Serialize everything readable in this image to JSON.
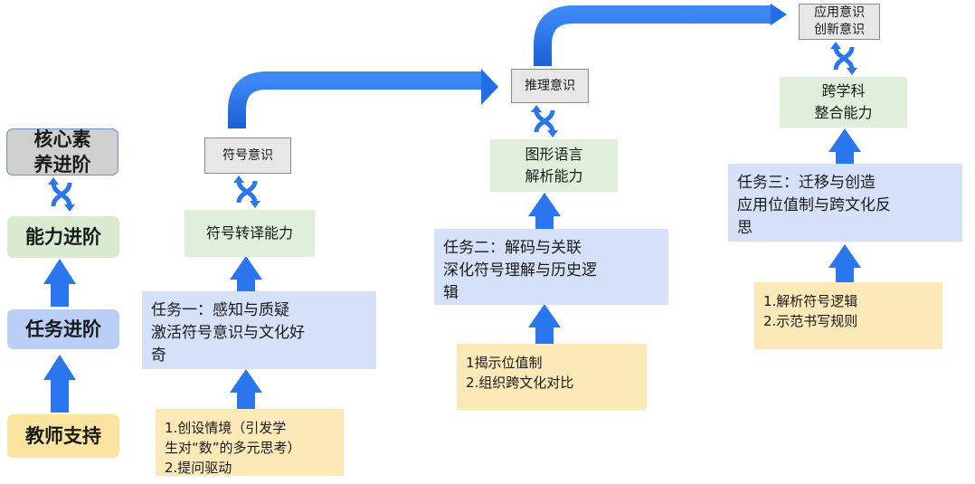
{
  "legend": {
    "core": "核心素\n养进阶",
    "ability": "能力进阶",
    "task": "任务进阶",
    "teacher": "教师支持"
  },
  "stage1": {
    "literacy": "符号意识",
    "ability": "符号转译能力",
    "task": "任务一：感知与质疑\n激活符号意识与文化好\n奇",
    "support": "1.创设情境（引发学\n生对“数”的多元思考）\n2.提问驱动"
  },
  "stage2": {
    "literacy": "推理意识",
    "ability": "图形语言\n解析能力",
    "task": "任务二：解码与关联\n深化符号理解与历史逻\n辑",
    "support": "1揭示位值制\n2.组织跨文化对比"
  },
  "stage3": {
    "literacy": "应用意识\n创新意识",
    "ability": "跨学科\n整合能力",
    "task": "任务三：迁移与创造\n应用位值制与跨文化反\n思",
    "support": "1.解析符号逻辑\n2.示范书写规则"
  },
  "colors": {
    "arrow": "#1f6fe8",
    "legend_core": "#cfcfcf",
    "legend_ability": "#d8ebd0",
    "legend_task": "#b9cff5",
    "legend_teacher": "#fbe3a0"
  }
}
